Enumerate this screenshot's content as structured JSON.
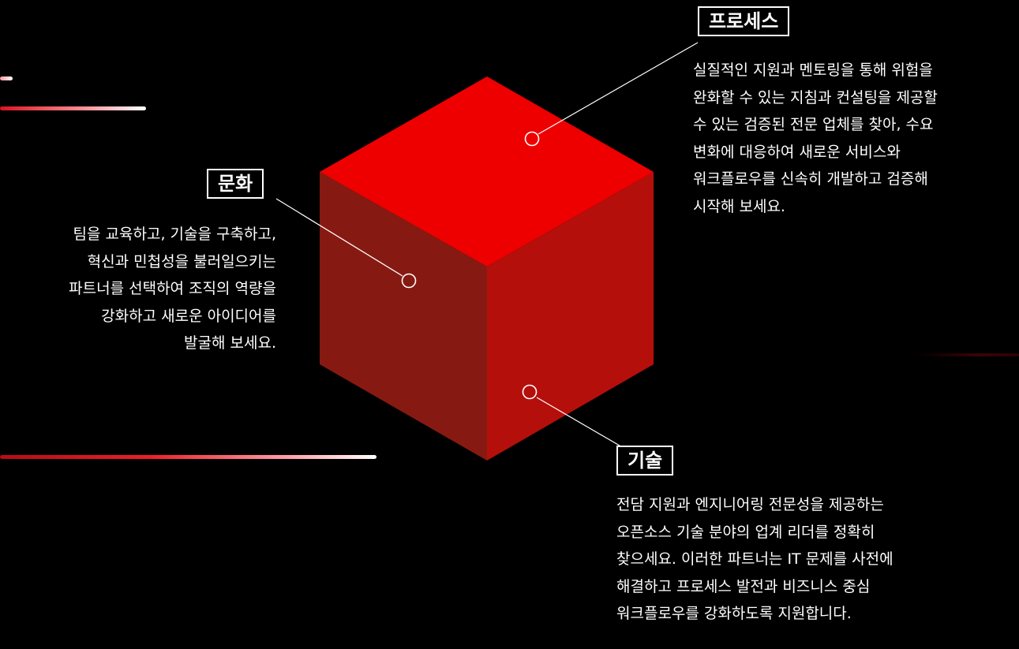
{
  "labels": {
    "process": {
      "title": "프로세스",
      "lines": [
        "실질적인 지원과 멘토링을 통해 위험을",
        "완화할 수 있는 지침과 컨설팅을 제공할",
        "수 있는 검증된 전문 업체를 찾아, 수요",
        "변화에 대응하여 새로운 서비스와",
        "워크플로우를 신속히 개발하고 검증해",
        "시작해 보세요."
      ]
    },
    "culture": {
      "title": "문화",
      "lines": [
        "팀을 교육하고, 기술을 구축하고,",
        "혁신과 민첩성을 불러일으키는",
        "파트너를 선택하여 조직의 역량을",
        "강화하고 새로운 아이디어를",
        "발굴해 보세요."
      ]
    },
    "technology": {
      "title": "기술",
      "lines": [
        "전담 지원과 엔지니어링 전문성을 제공하는",
        "오픈소스 기술 분야의 업계 리더를 정확히",
        "찾으세요. 이러한 파트너는 IT 문제를 사전에",
        "해결하고 프로세스 발전과 비즈니스 중심",
        "워크플로우를 강화하도록 지원합니다."
      ]
    }
  },
  "colors": {
    "background": "#000000",
    "cube_top": "#ee0000",
    "cube_left": "#861a12",
    "cube_right": "#b50f0b",
    "connector": "#ffffff"
  }
}
